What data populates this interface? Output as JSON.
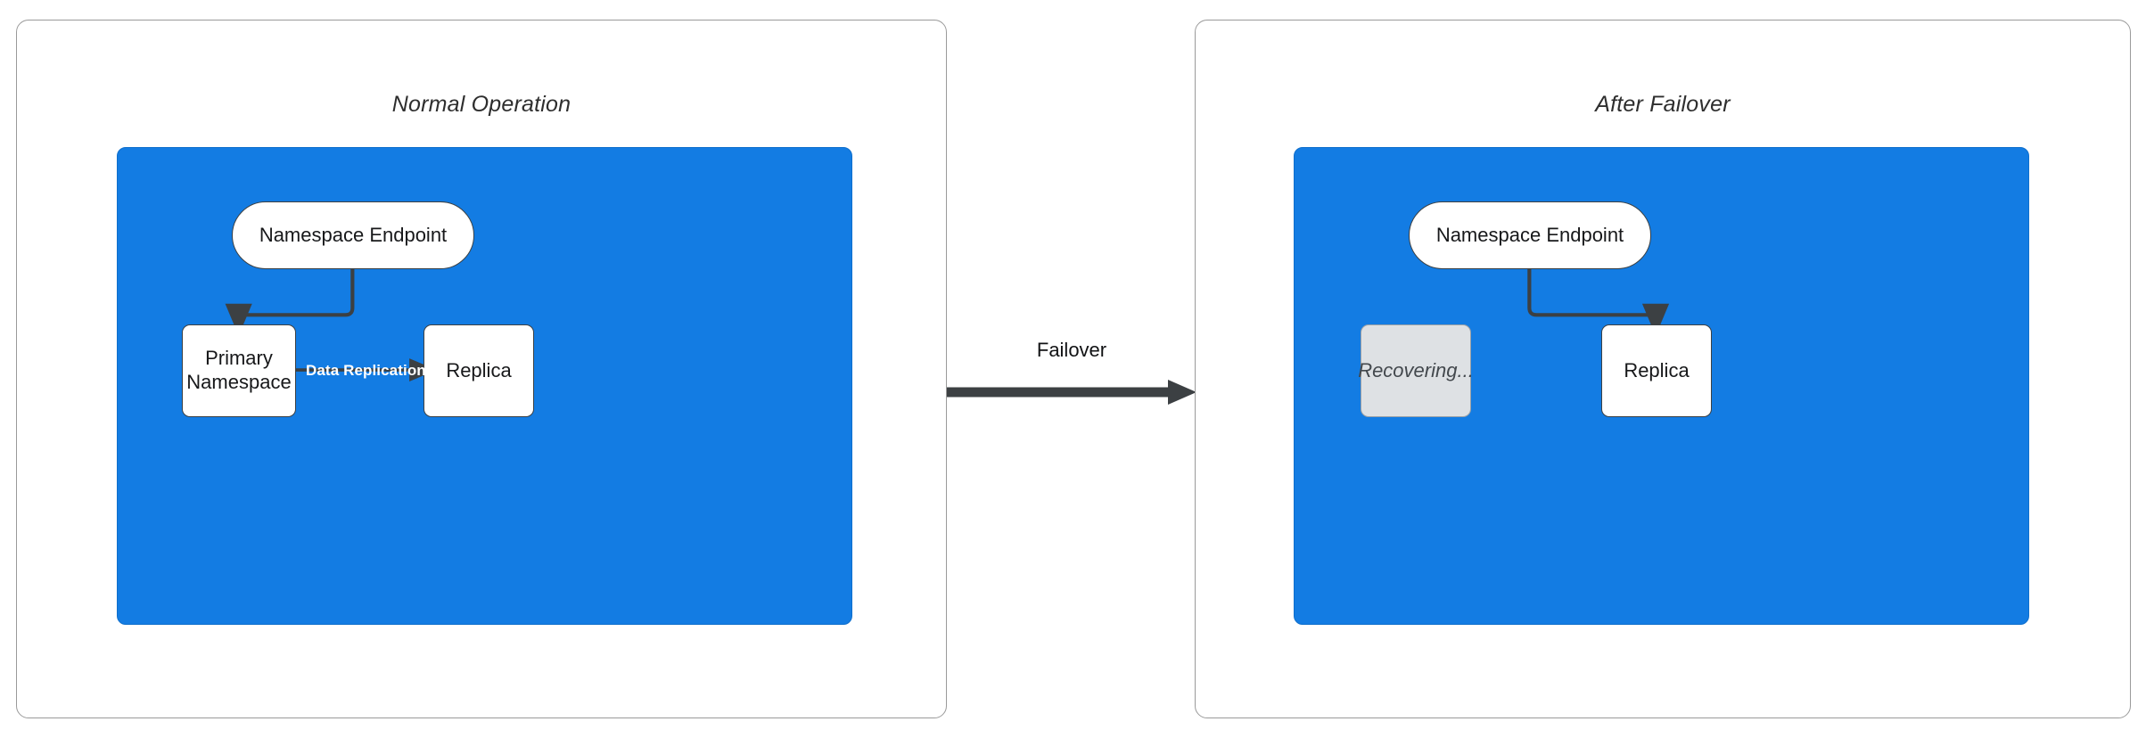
{
  "diagram": {
    "type": "flow-diagram",
    "title_left": "Normal Operation",
    "title_right": "After Failover",
    "colors": {
      "cluster_blue": "#137CE3",
      "node_fill": "#FFFFFF",
      "node_stroke": "#3C4043",
      "ghost_fill": "#DEE1E4",
      "ghost_stroke": "#9AA0A6",
      "edge_stroke": "#3C4043",
      "edge_label_text": "#FFFFFF",
      "panel_border": "#9A9A9A",
      "panel_title_text": "#2E2E2E"
    }
  },
  "left_panel": {
    "title": "Normal Operation",
    "nodes": {
      "endpoint": {
        "label": "Namespace Endpoint",
        "shape": "stadium",
        "state": "active"
      },
      "primary": {
        "label": "Primary Namespace",
        "line1": "Primary",
        "line2": "Namespace",
        "shape": "rect",
        "state": "active"
      },
      "replica": {
        "label": "Replica",
        "shape": "rect",
        "state": "active"
      }
    },
    "edges": [
      {
        "from": "endpoint",
        "to": "primary",
        "label": "",
        "style": "elbow-arrow"
      },
      {
        "from": "primary",
        "to": "replica",
        "label": "Data Replication",
        "style": "straight-arrow"
      }
    ],
    "edge_labels": {
      "data_replication": "Data Replication"
    }
  },
  "right_panel": {
    "title": "After Failover",
    "nodes": {
      "endpoint": {
        "label": "Namespace Endpoint",
        "shape": "stadium",
        "state": "active"
      },
      "recovering": {
        "label": "Recovering...",
        "shape": "rect",
        "state": "recovering"
      },
      "replica": {
        "label": "Replica",
        "shape": "rect",
        "state": "promoted"
      }
    },
    "edges": [
      {
        "from": "endpoint",
        "to": "replica",
        "label": "",
        "style": "elbow-arrow"
      }
    ]
  },
  "transition": {
    "label": "Failover",
    "direction": "left-to-right"
  }
}
